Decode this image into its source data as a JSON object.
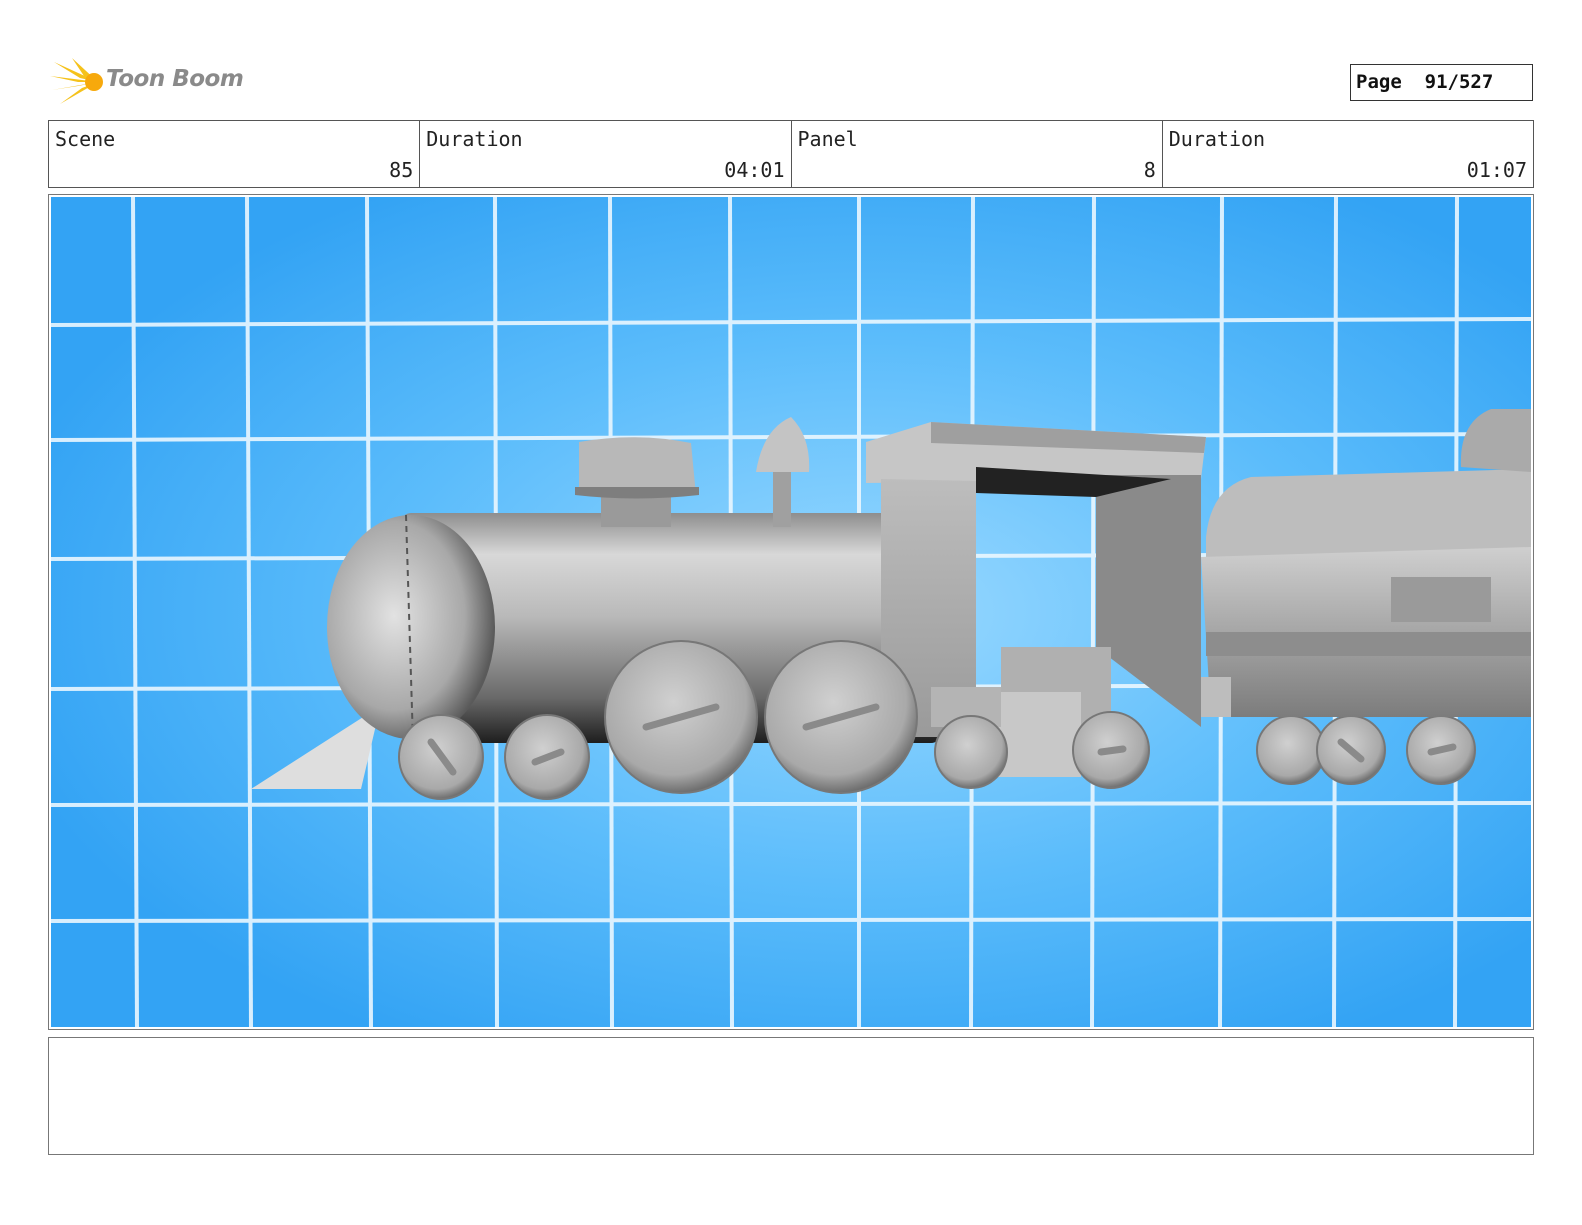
{
  "brand": {
    "name": "Toon Boom"
  },
  "page": {
    "label": "Page",
    "current": "91",
    "total": "527",
    "display": "Page  91/527"
  },
  "header": {
    "scene_label": "Scene",
    "scene_value": "85",
    "scene_duration_label": "Duration",
    "scene_duration_value": "04:01",
    "panel_label": "Panel",
    "panel_value": "8",
    "panel_duration_label": "Duration",
    "panel_duration_value": "01:07"
  },
  "notes": {
    "text": ""
  },
  "colors": {
    "sky": "#3aa6f5",
    "sky_center": "#8fd3ff",
    "grid": "#e8f6ff",
    "model": "#b5b5b5"
  }
}
